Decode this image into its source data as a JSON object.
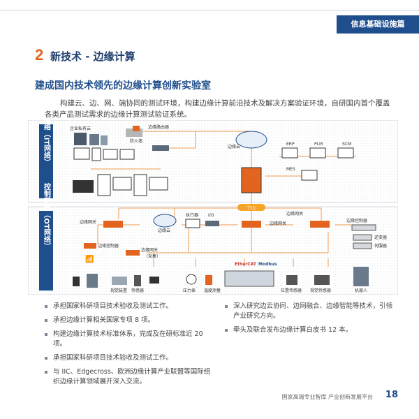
{
  "header": {
    "tag": "信息基础设施篇"
  },
  "section": {
    "number": "2",
    "title": "新技术 - 边缘计算"
  },
  "subheading": "建成国内技术领先的边缘计算创新实验室",
  "intro": "构建云、边、网、端协同的测试环境，构建边缘计算前沿技术及解决方案验证环境，自研国内首个覆盖各类产品测试需求的边缘计算测试验证系统。",
  "diagram": {
    "it_zone_label": "信息网络（IT网络）",
    "ot_zone_label": "控制网络（OT网络）",
    "labels": {
      "enterprise_cloud": "企业私有云",
      "firewall": "防火墙",
      "edge_router": "边缘路由器",
      "edge_cloud_top": "边缘云",
      "erp": "ERP",
      "plm": "PLM",
      "scm": "SCM",
      "mes": "MES",
      "tsn": "TSN",
      "edge_gateway_1": "边缘网关",
      "edge_cloud_ot": "边缘云",
      "executor": "执行器",
      "io": "I/O",
      "edge_gateway_2": "边缘网关",
      "edge_gateway_3": "边缘网关",
      "edge_controller_1": "边缘控制器",
      "edge_controller_2": "边缘控制器",
      "edge_gateway_collect": "边缘网关",
      "collect": "（采集）",
      "inverter": "逆变器",
      "servo": "伺服器",
      "ethercat": "EtherCAT",
      "modbus": "Modbus",
      "vision_device": "视觉装置",
      "sensor": "传感器",
      "pressure_gauge": "压力表",
      "temp_gauge": "温度测量",
      "displacement_sensor": "位置传感器",
      "vision_sensor": "视觉传感器",
      "robot": "机器人"
    }
  },
  "bullets_left": [
    "承担国家科研项目技术验收及测试工作。",
    "承担边缘计算相关国家专项 8 项。",
    "构建边缘计算技术标准体系，完成及在研标准近 20 项。",
    "承担国家科研项目技术验收及测试工作。",
    "与 IIC、Edgecross、欧洲边缘计算产业联盟等国际组织边缘计算领域展开深入交流。"
  ],
  "bullets_right": [
    "深入研究边云协同、边网融合、边缘智能等技术，引领产业研究方向。",
    "牵头及联合发布边缘计算白皮书 12 本。"
  ],
  "footer": {
    "text": "国家高端专业智库  产业创新发展平台",
    "page": "18"
  },
  "colors": {
    "primary": "#1f4e8c",
    "accent": "#e2641f",
    "tsn": "#f5a623"
  }
}
